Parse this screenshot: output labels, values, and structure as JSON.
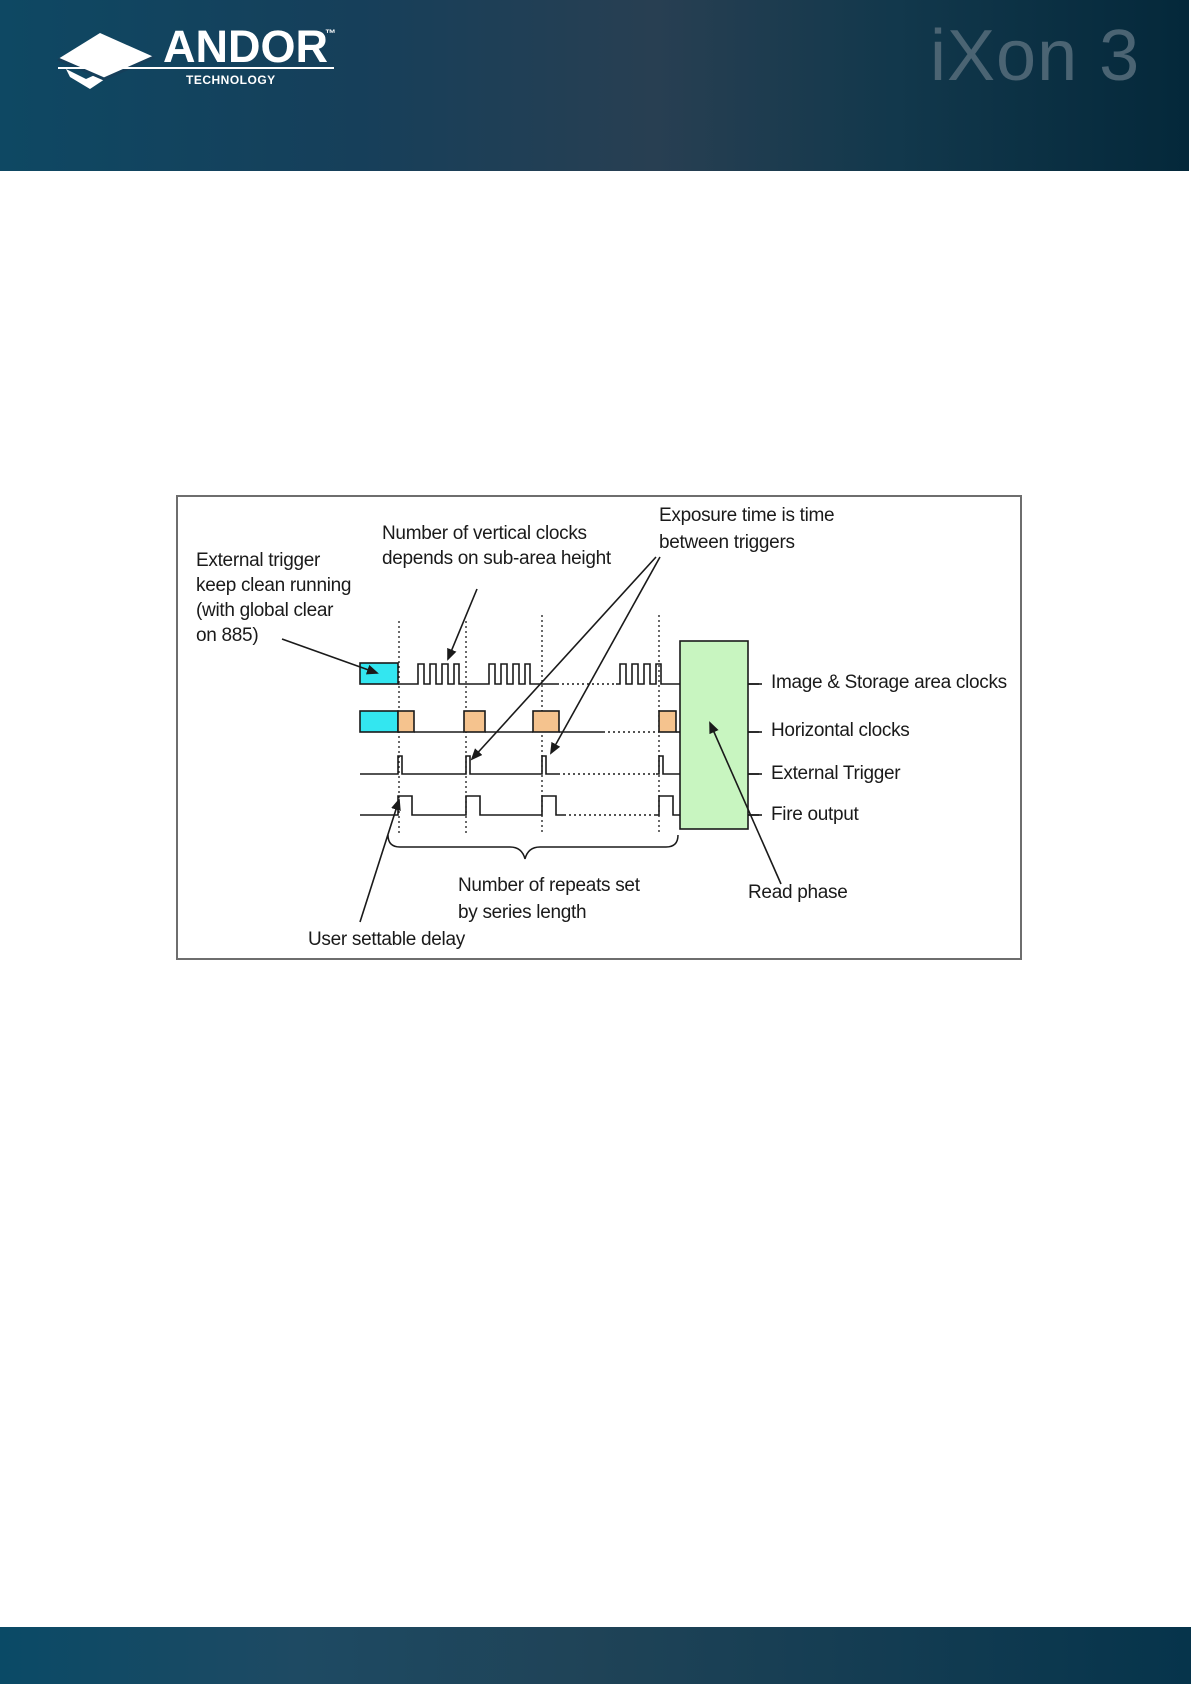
{
  "header": {
    "brand": {
      "name": "ANDOR",
      "trademark": "™",
      "subtitle": "TECHNOLOGY"
    },
    "product": "iXon 3",
    "colors": {
      "band": "#163f5a",
      "product_text": "#4b6473"
    }
  },
  "diagram": {
    "labels": {
      "external_trigger_note": [
        "External trigger",
        "keep clean running",
        "(with global clear",
        "on 885)"
      ],
      "vertical_clocks_note": [
        "Number of vertical clocks",
        "depends on sub-area height"
      ],
      "exposure_note": [
        "Exposure time is time",
        "between triggers"
      ],
      "image_storage_clocks": "Image & Storage area clocks",
      "horizontal_clocks": "Horizontal clocks",
      "external_trigger": "External Trigger",
      "fire_output": "Fire output",
      "read_phase": "Read phase",
      "repeats_note": [
        "Number of repeats set",
        "by series length"
      ],
      "user_delay": "User settable delay"
    },
    "colors": {
      "keep_clean": "#33e6f0",
      "horizontal_pulse": "#f5c38e",
      "read_phase_box": "#c8f5c0",
      "line": "#1a1a1a"
    }
  },
  "footer": {}
}
